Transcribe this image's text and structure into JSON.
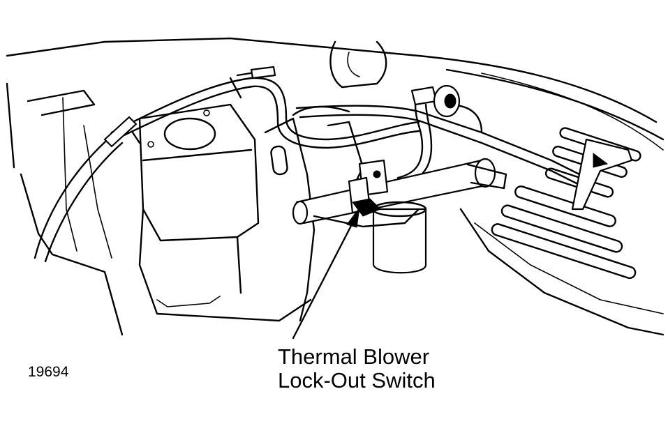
{
  "figure_number": "19694",
  "callout": {
    "line1": "Thermal Blower",
    "line2": "Lock-Out Switch"
  },
  "colors": {
    "ink": "#000000",
    "paper": "#ffffff"
  }
}
